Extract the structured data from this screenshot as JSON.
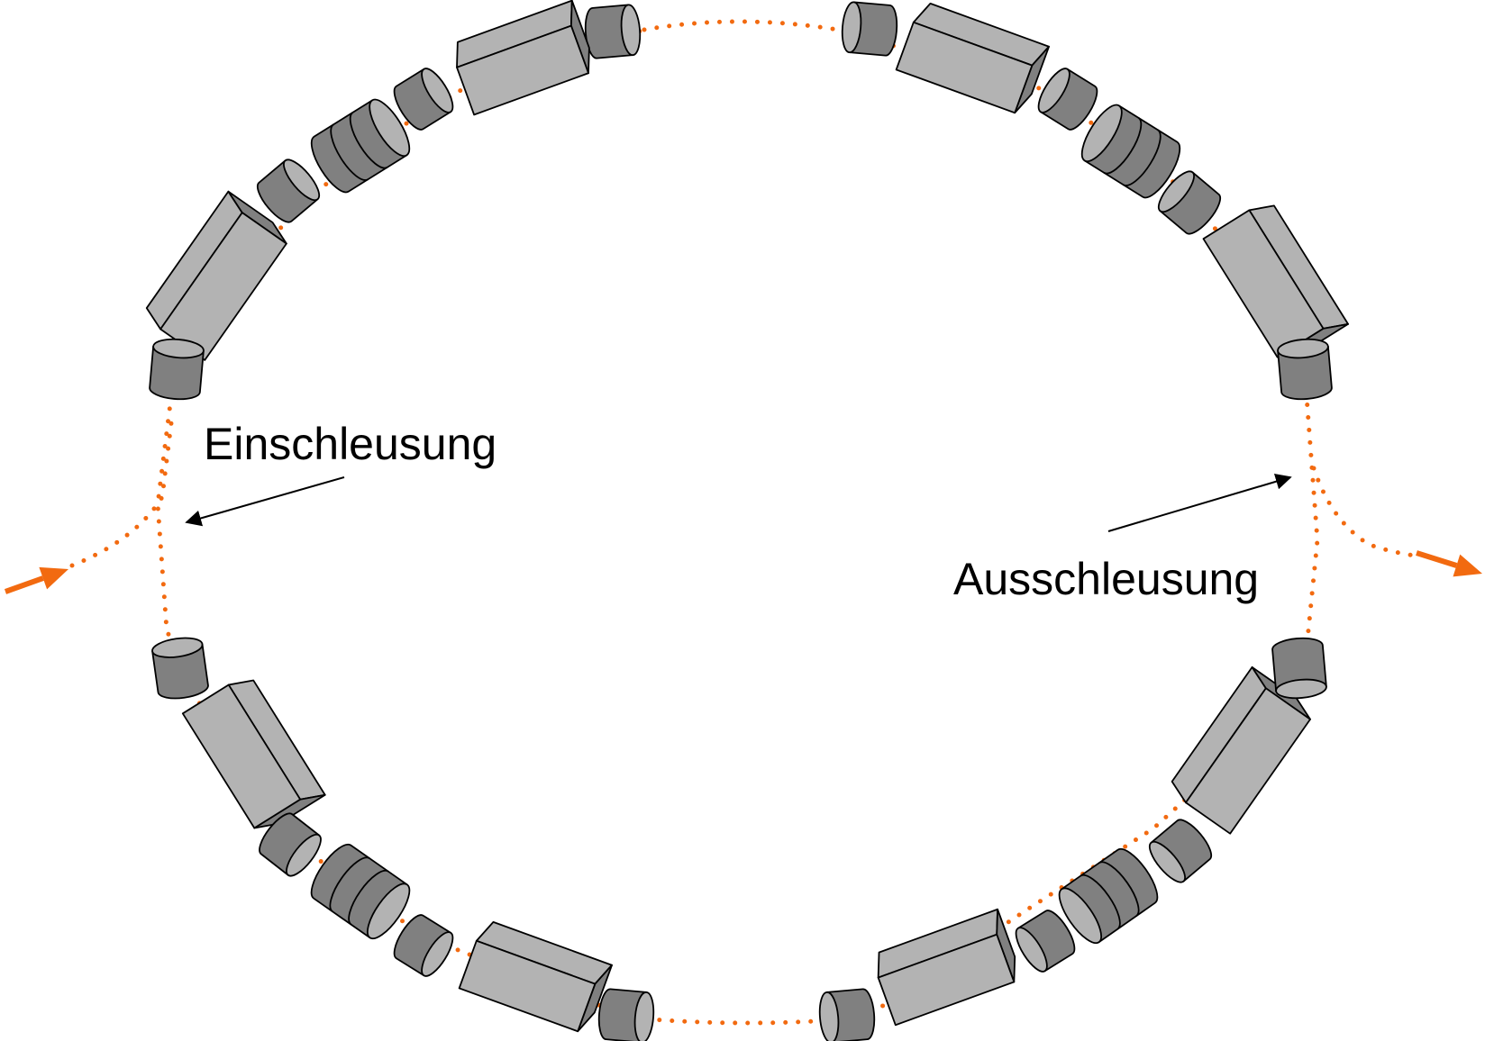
{
  "labels": {
    "injection": "Einschleusung",
    "extraction": "Ausschleusung"
  },
  "colors": {
    "beam": "#f26a10",
    "magnet_face": "#b3b3b3",
    "magnet_end": "#808080",
    "outline": "#000000",
    "background": "#ffffff"
  },
  "components": {
    "ring_sections": 4,
    "dipole_magnets_per_section": 2,
    "single_quadrupoles_per_section": 4,
    "triplet_quadrupoles_per_section": 1,
    "triplet_segments": 3,
    "beam_style": "dotted"
  }
}
